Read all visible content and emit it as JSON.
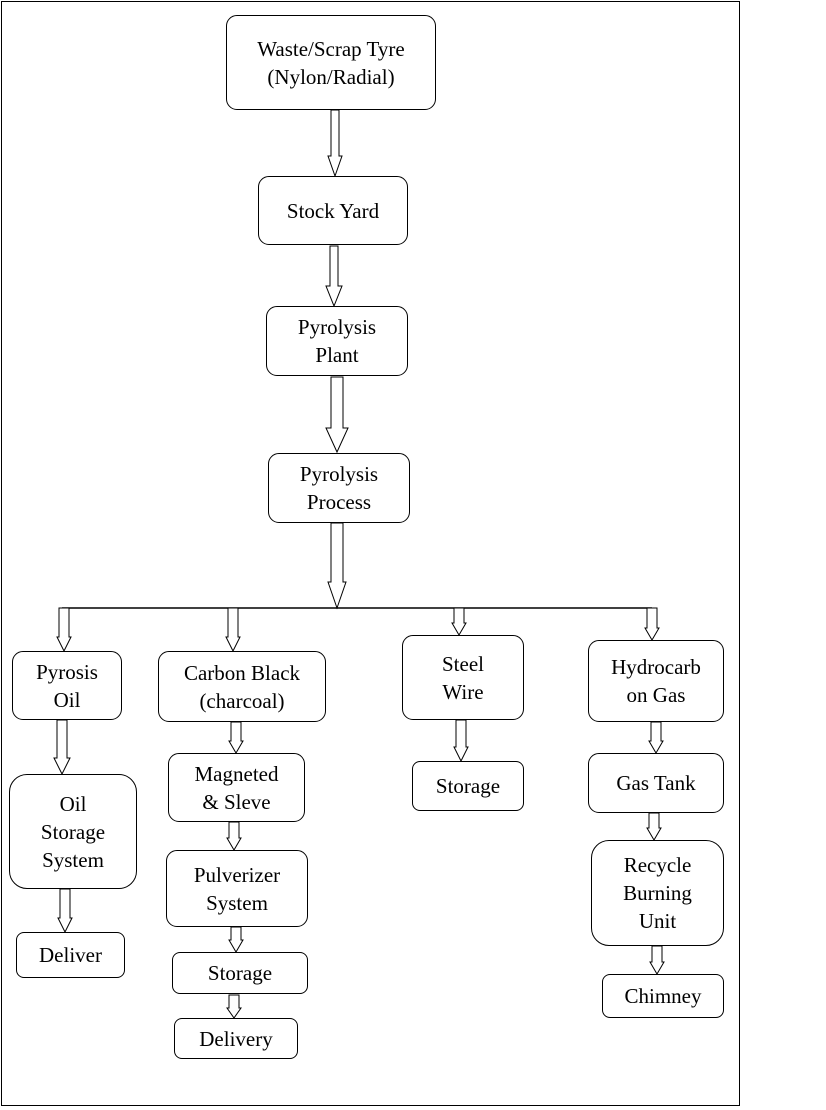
{
  "diagram": {
    "nodes": {
      "waste_tyre": "Waste/Scrap Tyre\n(Nylon/Radial)",
      "stock_yard": "Stock Yard",
      "pyrolysis_plant": "Pyrolysis\nPlant",
      "pyrolysis_process": "Pyrolysis\nProcess",
      "pyrosis_oil": "Pyrosis\nOil",
      "oil_storage": "Oil\nStorage\nSystem",
      "deliver": "Deliver",
      "carbon_black": "Carbon Black\n(charcoal)",
      "magneted_sleve": "Magneted\n& Sleve",
      "pulverizer": "Pulverizer\nSystem",
      "carbon_storage": "Storage",
      "delivery": "Delivery",
      "steel_wire": "Steel\nWire",
      "steel_storage": "Storage",
      "hydrocarbon_gas": "Hydrocarb\non Gas",
      "gas_tank": "Gas Tank",
      "recycle_burning": "Recycle\nBurning\nUnit",
      "chimney": "Chimney"
    },
    "edges": [
      [
        "waste_tyre",
        "stock_yard"
      ],
      [
        "stock_yard",
        "pyrolysis_plant"
      ],
      [
        "pyrolysis_plant",
        "pyrolysis_process"
      ],
      [
        "pyrolysis_process",
        "pyrosis_oil"
      ],
      [
        "pyrolysis_process",
        "carbon_black"
      ],
      [
        "pyrolysis_process",
        "steel_wire"
      ],
      [
        "pyrolysis_process",
        "hydrocarbon_gas"
      ],
      [
        "pyrosis_oil",
        "oil_storage"
      ],
      [
        "oil_storage",
        "deliver"
      ],
      [
        "carbon_black",
        "magneted_sleve"
      ],
      [
        "magneted_sleve",
        "pulverizer"
      ],
      [
        "pulverizer",
        "carbon_storage"
      ],
      [
        "carbon_storage",
        "delivery"
      ],
      [
        "steel_wire",
        "steel_storage"
      ],
      [
        "hydrocarbon_gas",
        "gas_tank"
      ],
      [
        "gas_tank",
        "recycle_burning"
      ],
      [
        "recycle_burning",
        "chimney"
      ]
    ]
  }
}
